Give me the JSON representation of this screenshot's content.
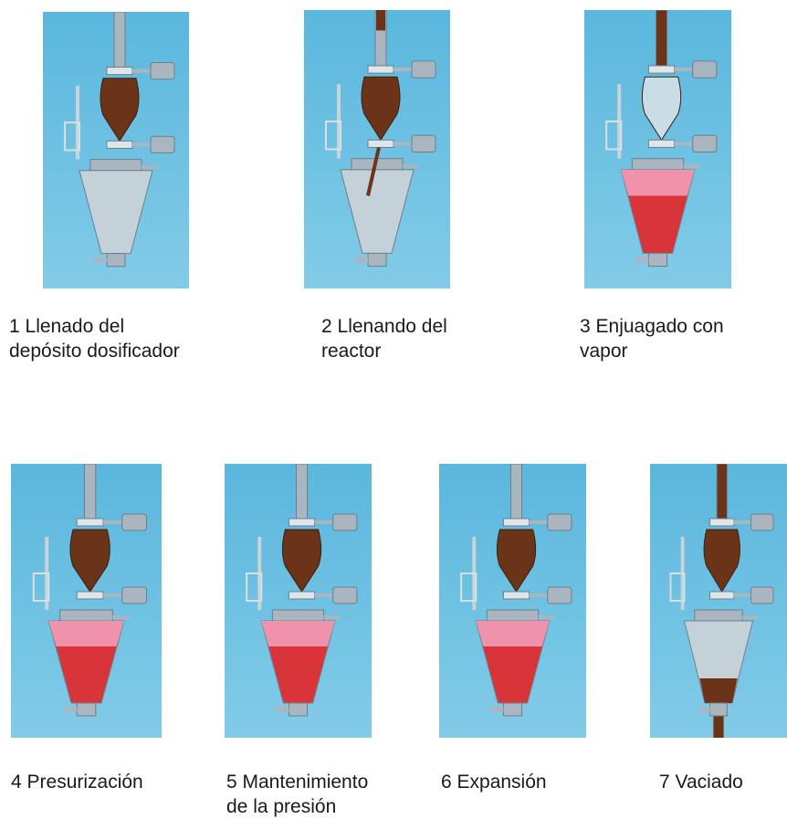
{
  "steps": [
    {
      "caption": "1 Llenado del\ndepósito dosificador",
      "state": "dosing-filled"
    },
    {
      "caption": "2 Llenando del\nreactor",
      "state": "filling-reactor"
    },
    {
      "caption": "3 Enjuagado con\nvapor",
      "state": "steam-rinse"
    },
    {
      "caption": "4 Presurización",
      "state": "pressurized"
    },
    {
      "caption": "5 Mantenimiento\nde la presión",
      "state": "pressure-hold"
    },
    {
      "caption": "6 Expansión",
      "state": "expansion"
    },
    {
      "caption": "7 Vaciado",
      "state": "emptying"
    }
  ],
  "colors": {
    "background": "#6dc1e4",
    "grain": "#6b3318",
    "reactor_fill": "#d8343a",
    "reactor_glow": "#f4a3c0",
    "metal": "#a9b6c0"
  }
}
